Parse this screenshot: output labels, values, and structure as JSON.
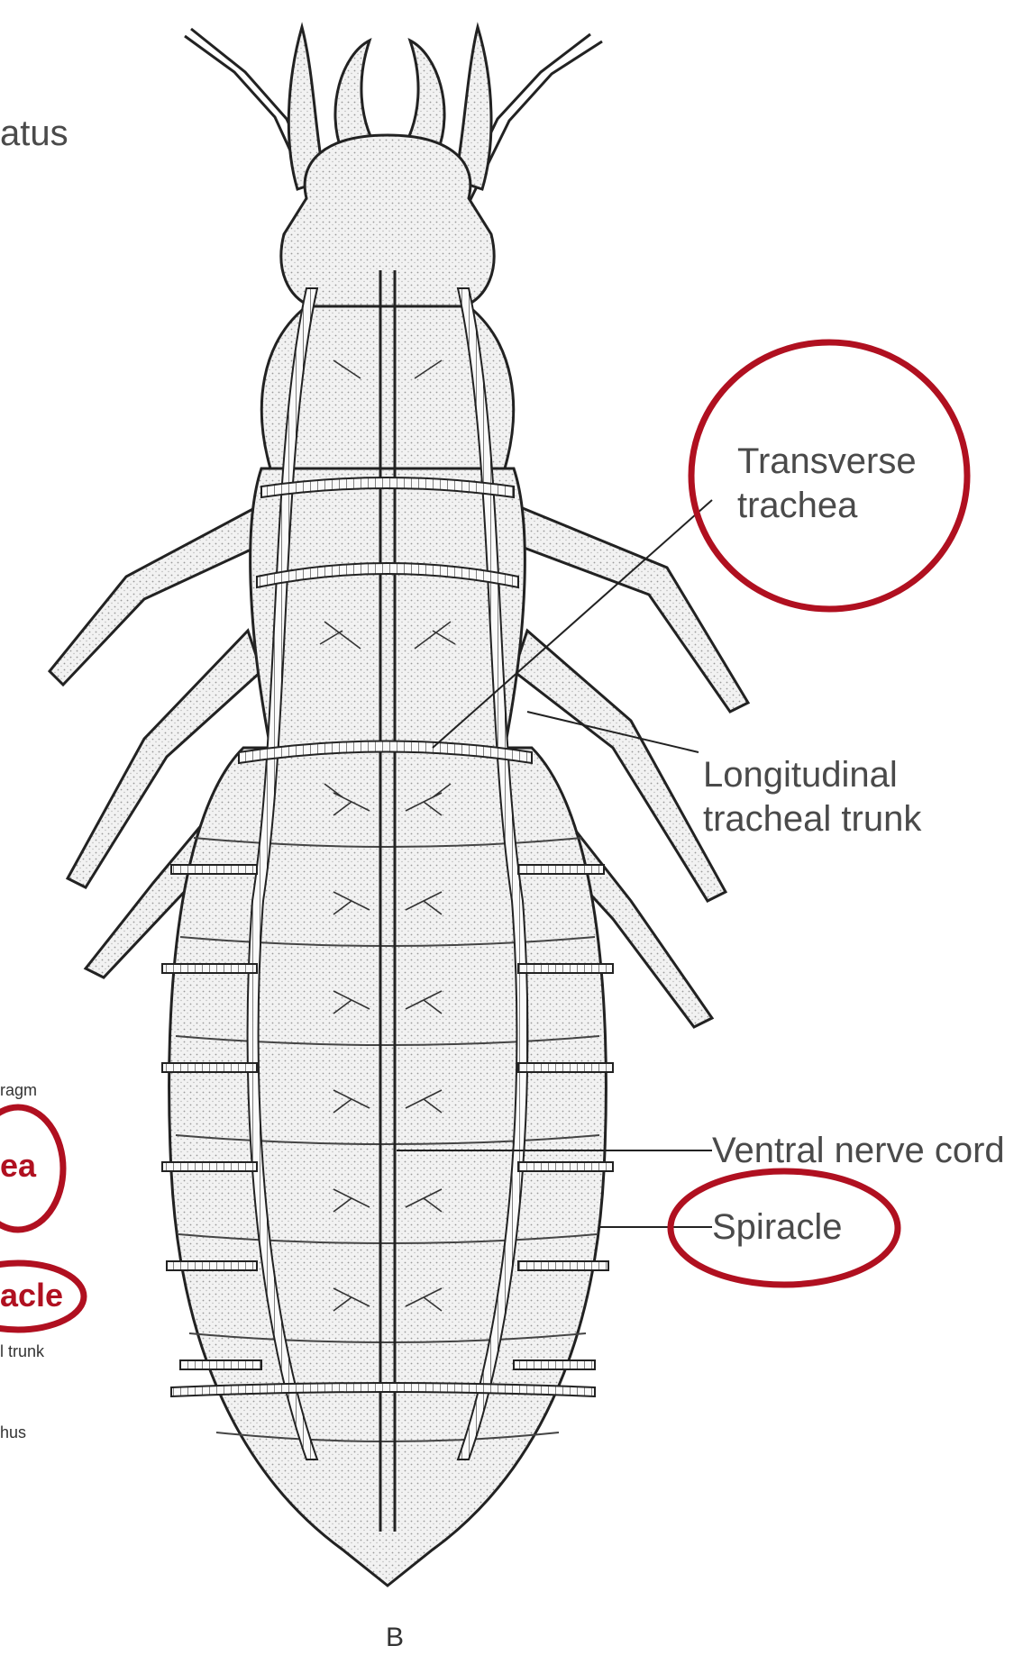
{
  "labels": {
    "transverse_trachea": "Transverse\ntrachea",
    "longitudinal_trunk": "Longitudinal\ntracheal trunk",
    "ventral_nerve_cord": "Ventral nerve cord",
    "spiracle": "Spiracle",
    "panel": "B"
  },
  "left_fragments": {
    "atus": "atus",
    "ragm": "ragm",
    "ea": "ea",
    "acle": "acle",
    "trunk": "l trunk",
    "hus": "hus"
  },
  "colors": {
    "highlight": "#b01020",
    "ink": "#222222",
    "label": "#4a4a4a"
  }
}
